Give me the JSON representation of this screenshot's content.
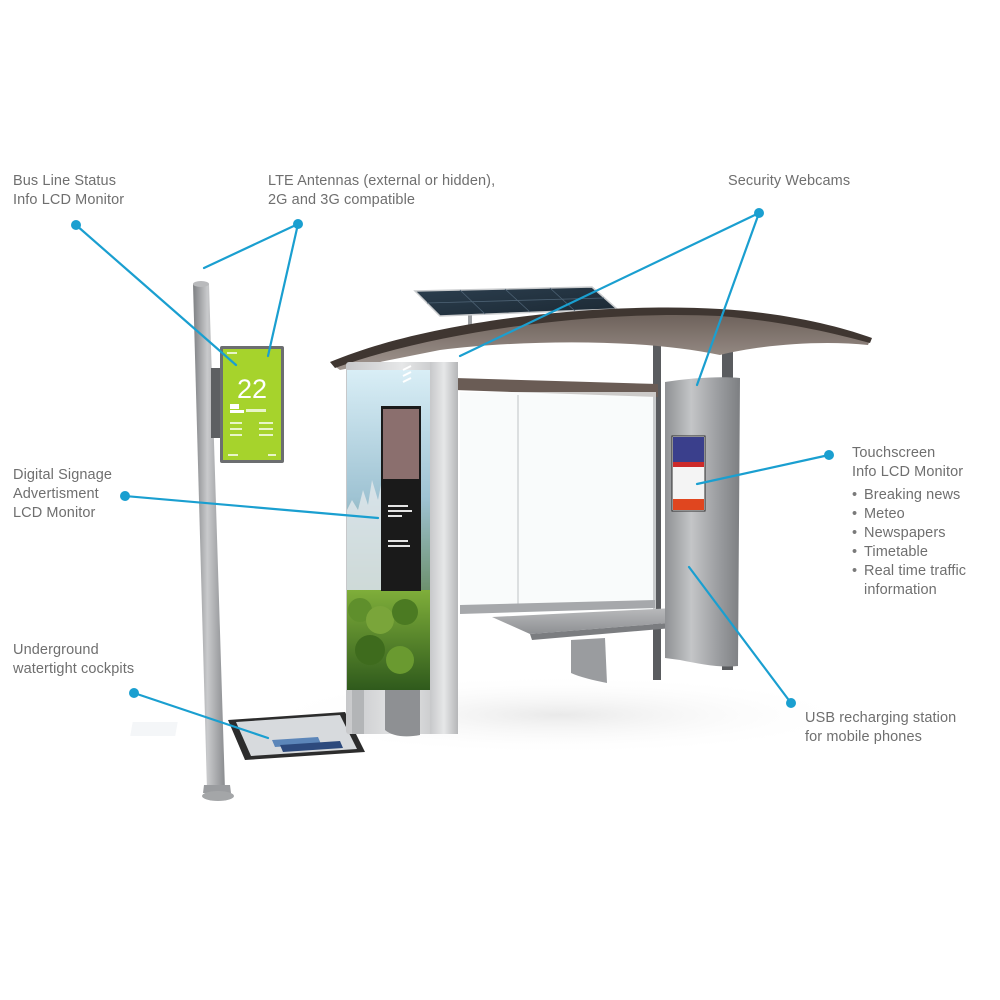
{
  "callouts": {
    "bus_line_status": {
      "lines": [
        "Bus Line Status",
        "Info LCD Monitor"
      ]
    },
    "lte_antennas": {
      "lines": [
        "LTE Antennas (external or hidden),",
        "2G and 3G compatible"
      ]
    },
    "security_webcams": {
      "lines": [
        "Security Webcams"
      ]
    },
    "touchscreen": {
      "lines": [
        "Touchscreen",
        "Info LCD Monitor"
      ],
      "features": [
        "Breaking news",
        "Meteo",
        "Newspapers",
        "Timetable",
        "Real time traffic",
        "information"
      ]
    },
    "digital_signage": {
      "lines": [
        "Digital Signage",
        "Advertisment",
        "LCD Monitor"
      ]
    },
    "underground": {
      "lines": [
        "Underground",
        "watertight cockpits"
      ]
    },
    "usb": {
      "lines": [
        "USB recharging station",
        "for mobile phones"
      ]
    }
  },
  "pole_display": {
    "big_number": "22"
  },
  "colors": {
    "callout_line": "#1a9fd0",
    "label_text": "#6f6f6f",
    "pole_display_bg": "#a6d32c",
    "roof": "#4a403a",
    "metal": "#a9abad"
  }
}
